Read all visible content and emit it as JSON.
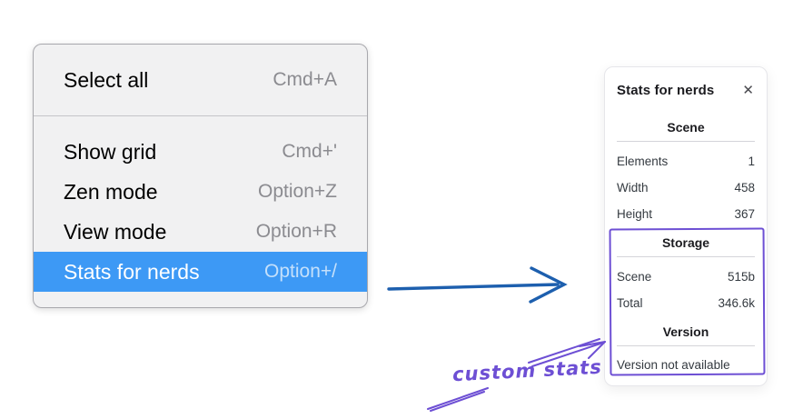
{
  "menu": {
    "highlight_color": "#3d99f5",
    "groups": [
      {
        "items": [
          {
            "label": "Select all",
            "shortcut": "Cmd+A",
            "highlighted": false
          }
        ]
      },
      {
        "items": [
          {
            "label": "Show grid",
            "shortcut": "Cmd+'",
            "highlighted": false
          },
          {
            "label": "Zen mode",
            "shortcut": "Option+Z",
            "highlighted": false
          },
          {
            "label": "View mode",
            "shortcut": "Option+R",
            "highlighted": false
          },
          {
            "label": "Stats for nerds",
            "shortcut": "Option+/",
            "highlighted": true
          }
        ]
      }
    ]
  },
  "stats_panel": {
    "title": "Stats for nerds",
    "close_icon": "✕",
    "sections": [
      {
        "header": "Scene",
        "rows": [
          {
            "label": "Elements",
            "value": "1"
          },
          {
            "label": "Width",
            "value": "458"
          },
          {
            "label": "Height",
            "value": "367"
          }
        ]
      },
      {
        "header": "Storage",
        "rows": [
          {
            "label": "Scene",
            "value": "515b"
          },
          {
            "label": "Total",
            "value": "346.6k"
          }
        ]
      },
      {
        "header": "Version",
        "note": "Version not available"
      }
    ]
  },
  "annotations": {
    "pointer_arrow_color": "#1d5fae",
    "highlight_box_color": "#6d4fd4",
    "handwritten_label": "custom stats"
  }
}
